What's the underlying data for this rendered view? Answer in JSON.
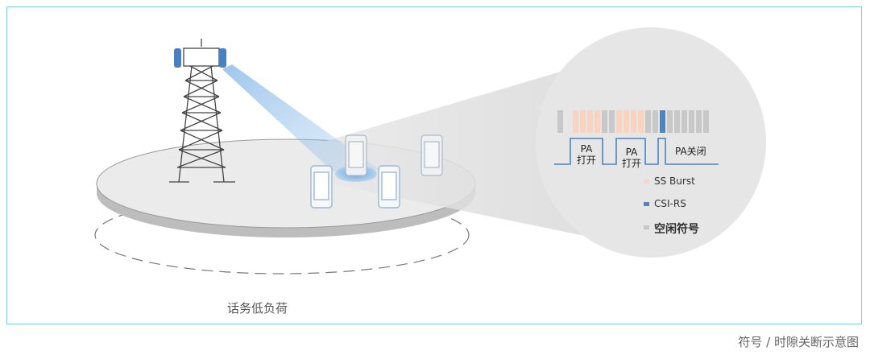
{
  "diagram": {
    "scene_label": "话务低负荷",
    "caption": "符号 / 时隙关断示意图",
    "timeline": {
      "pa_on_1": [
        "PA",
        "打开"
      ],
      "pa_on_2": [
        "PA",
        "打开"
      ],
      "pa_off": "PA关闭"
    },
    "legend": [
      {
        "label": "SS Burst",
        "color": "#f7d3c0"
      },
      {
        "label": "CSI-RS",
        "color": "#4a86c5"
      },
      {
        "label": "空闲符号",
        "color": "#c8c8c8"
      }
    ]
  }
}
